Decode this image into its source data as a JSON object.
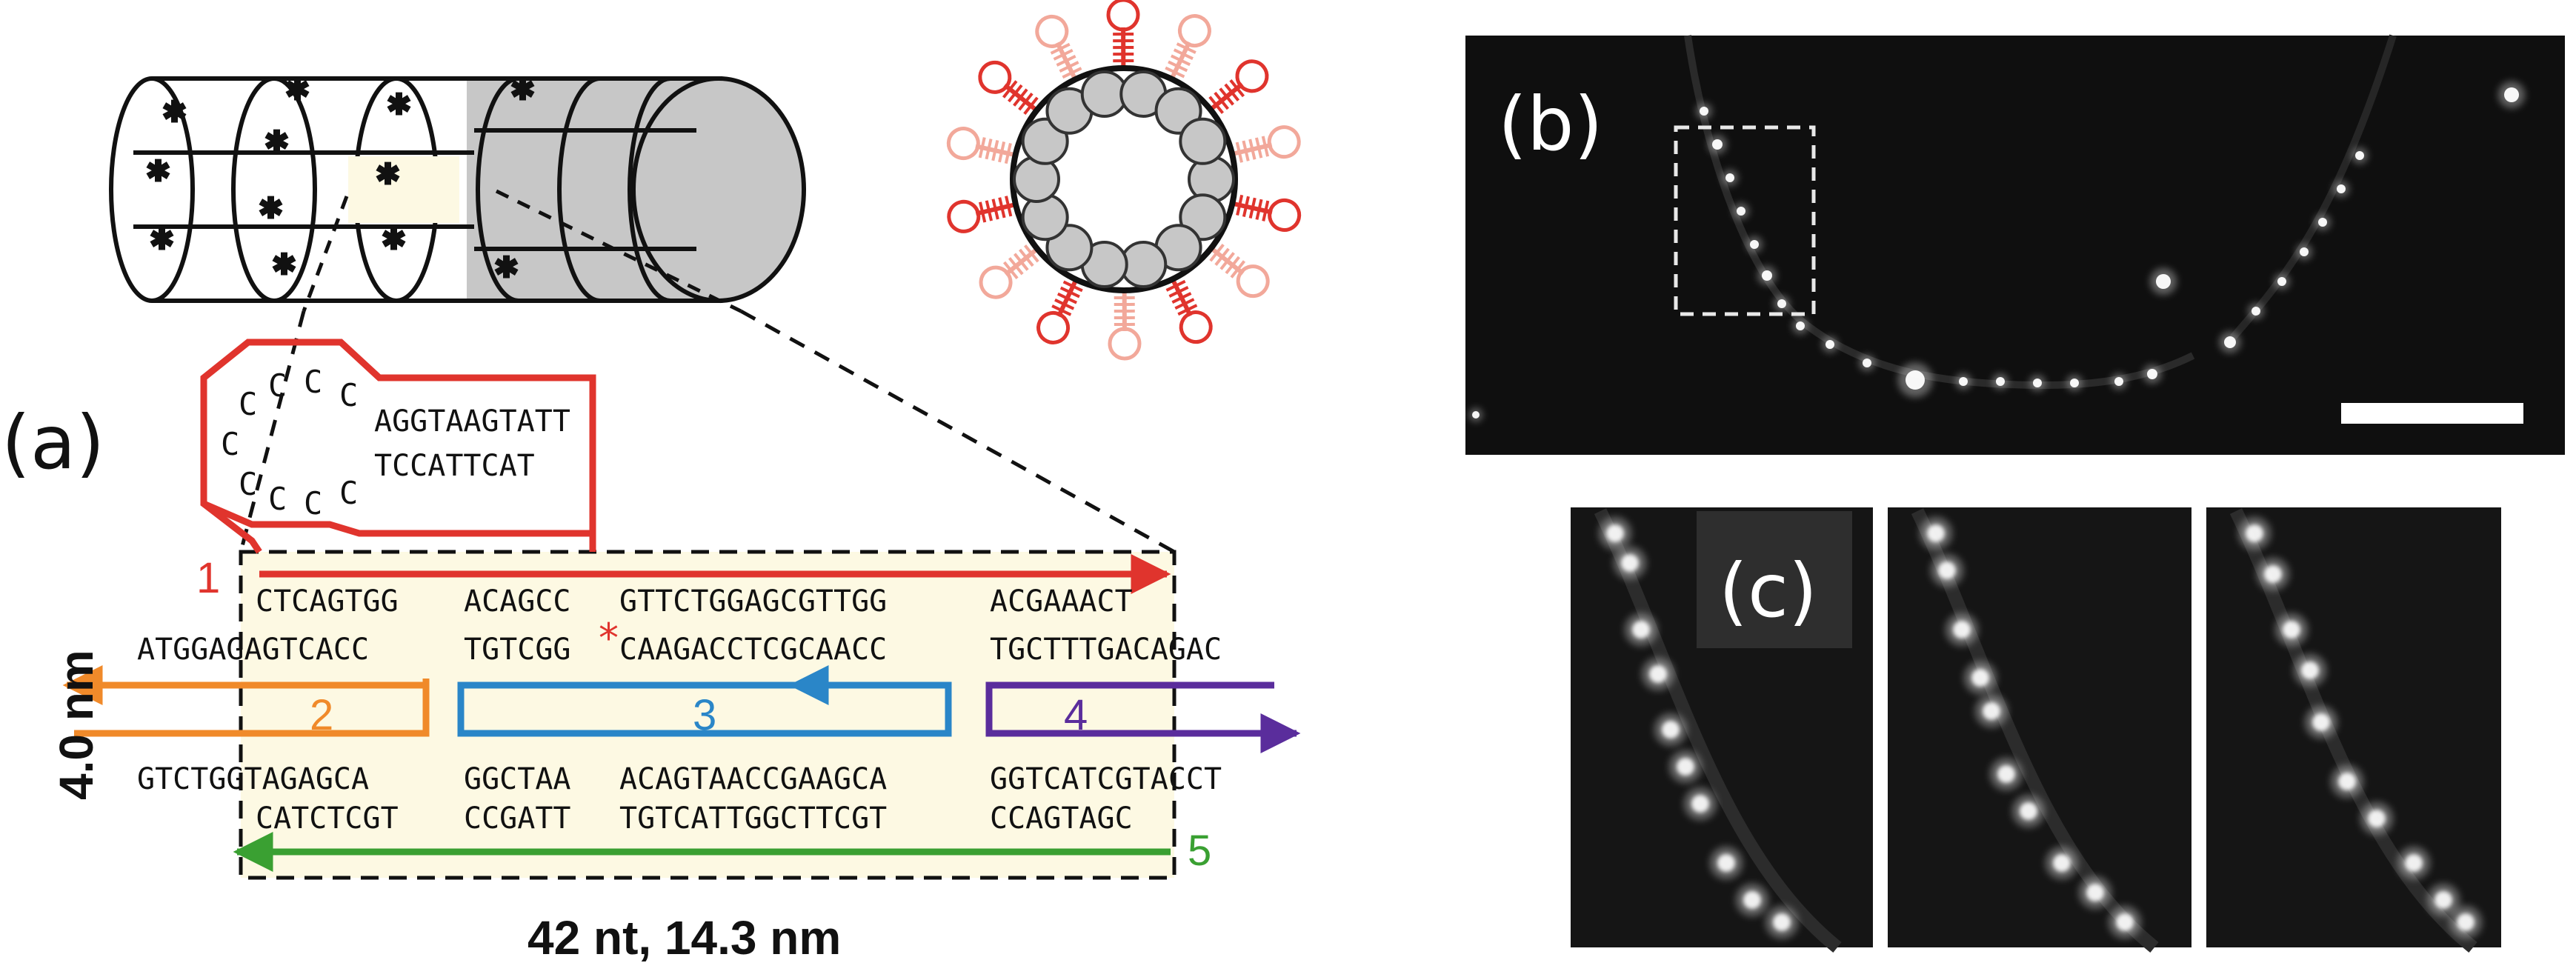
{
  "panels": {
    "a": {
      "label": "(a)"
    },
    "b": {
      "label": "(b)"
    },
    "c": {
      "label": "(c)"
    }
  },
  "diagram": {
    "hairpin_top": "AGGTAAGTATT",
    "hairpin_bottom": "TCCATTCAT",
    "loop_bases": [
      "C",
      "C",
      "C",
      "C",
      "C",
      "C",
      "C",
      "C",
      "C"
    ],
    "rows": {
      "row1": [
        "CTCAGTGG",
        "ACAGCC",
        "GTTCTGGAGCGTTGG",
        "ACGAAACT"
      ],
      "row2": [
        "ATGGAGAGTCACC",
        "TGTCGG",
        "CAAGACCTCGCAACC",
        "TGCTTTGACAGAC"
      ],
      "row3": [
        "GTCTGGTAGAGCA",
        "GGCTAA",
        "ACAGTAACCGAAGCA",
        "GGTCATCGTACCT"
      ],
      "row4": [
        "CATCTCGT",
        "CCGATT",
        "TGTCATTGGCTTCGT",
        "CCAGTAGC"
      ]
    },
    "strand_numbers": [
      "1",
      "2",
      "3",
      "4",
      "5"
    ],
    "modification_marker": "*",
    "width_label": "42 nt, 14.3 nm",
    "height_label": "4.0 nm",
    "colors": {
      "strand1": "#e0342d",
      "strand2": "#f08a2a",
      "strand3": "#2a86c8",
      "strand4": "#5a2d9c",
      "strand5": "#3aa032",
      "highlight_fill": "#fdf9e3",
      "tube_gray": "#c7c7c7",
      "hairpin_light": "#f2a89a"
    }
  }
}
